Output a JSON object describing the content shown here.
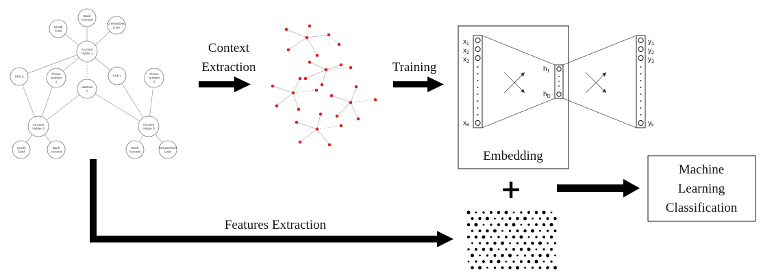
{
  "graph": {
    "nodes": [
      {
        "id": "bank-top",
        "label": "Bank\nAccount"
      },
      {
        "id": "credit-top",
        "label": "Credit\nCard"
      },
      {
        "id": "unemp",
        "label": "Unemployed\nLoan"
      },
      {
        "id": "holder1",
        "label": "Account\nHolder 1"
      },
      {
        "id": "ssn2",
        "label": "SSN 2"
      },
      {
        "id": "phone1",
        "label": "Phone\nNumber\n1"
      },
      {
        "id": "ssn1",
        "label": "SSN 1"
      },
      {
        "id": "phone2",
        "label": "Phone\nNumber\n2"
      },
      {
        "id": "address",
        "label": "Address\n1"
      },
      {
        "id": "holder2",
        "label": "Account\nHolder 2"
      },
      {
        "id": "holder3",
        "label": "Account\nHolder 3"
      },
      {
        "id": "credit-bl",
        "label": "Credit\nCard"
      },
      {
        "id": "bank-bl",
        "label": "Bank\nAccount"
      },
      {
        "id": "bank-br",
        "label": "Bank\nAccount"
      },
      {
        "id": "employed",
        "label": "Employment\nLoan"
      }
    ]
  },
  "steps": {
    "context_extraction": [
      "Context",
      "Extraction"
    ],
    "training": "Training",
    "embedding": "Embedding",
    "features_extraction": "Features Extraction",
    "plus": "+",
    "classifier": [
      "Machine",
      "Learning",
      "Classification"
    ]
  },
  "network": {
    "inputs": [
      "x1",
      "x2",
      "x3",
      "xK"
    ],
    "hidden": [
      "h1",
      "hD"
    ],
    "outputs": [
      "y1",
      "y2",
      "y3",
      "yk"
    ]
  },
  "colors": {
    "red_node": "#e02020",
    "arrow": "#000000"
  }
}
